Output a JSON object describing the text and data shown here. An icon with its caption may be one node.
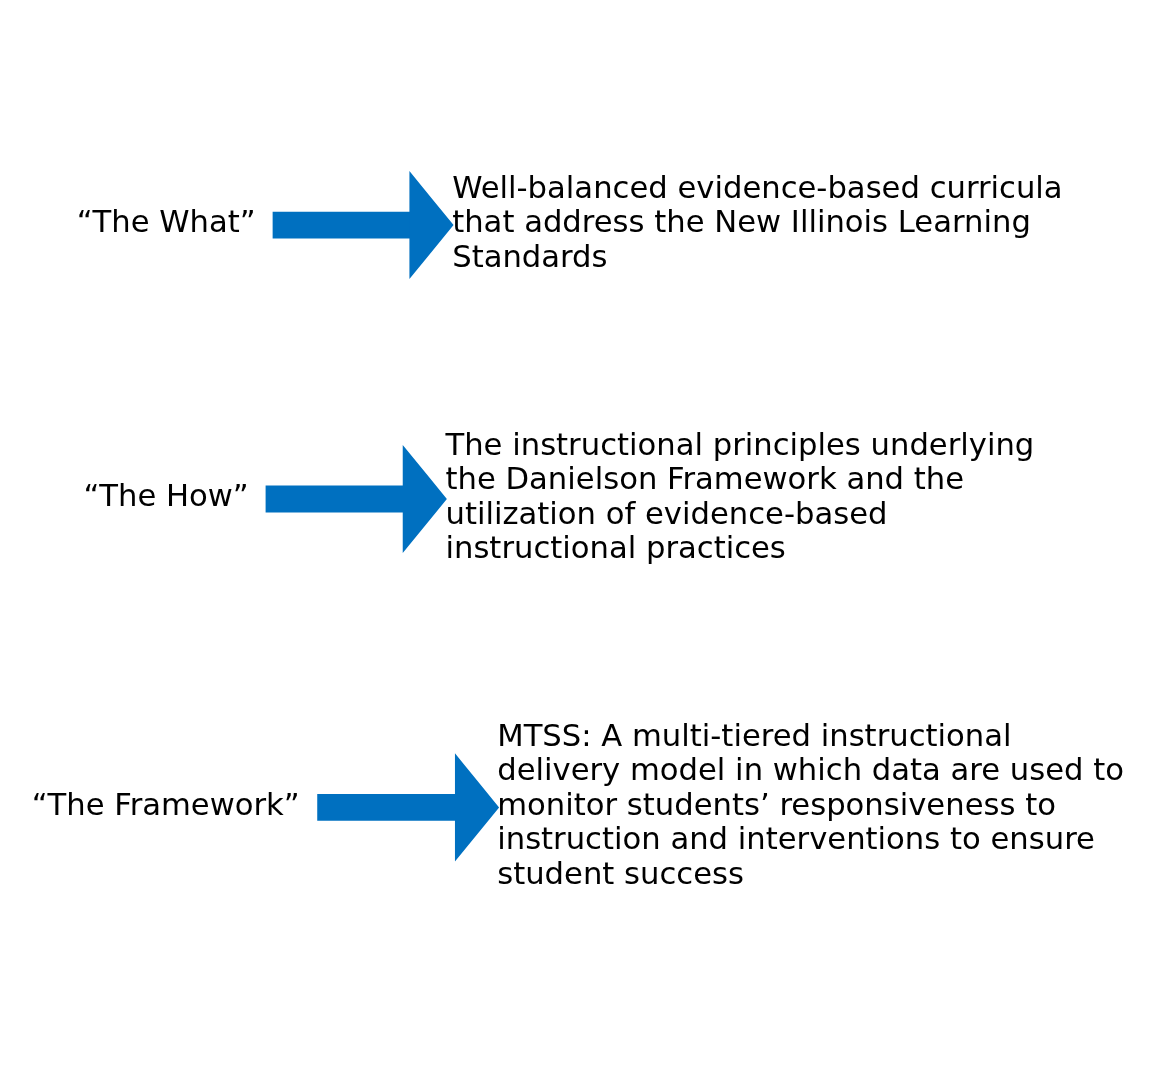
{
  "diagram": {
    "nodes": [
      {
        "text": [
          "“The What”"
        ]
      },
      {
        "text": [
          "Well-balanced evidence-based curricula that address the New Illinois Learning Standards"
        ]
      },
      {
        "text": [
          "“The How”"
        ]
      },
      {
        "text": [
          "The instructional principles underlying the Danielson Framework and the utilization of evidence-based instructional practices"
        ]
      },
      {
        "text": [
          "“The Framework”"
        ]
      },
      {
        "text": [
          "MTSS: A multi-tiered instructional delivery model in which data are used to monitor students’ responsiveness to instruction and interventions to ensure student success"
        ]
      }
    ],
    "edges": [
      {
        "from": 0,
        "to": 1,
        "arrow": "to"
      },
      {
        "from": 2,
        "to": 3,
        "arrow": "to"
      },
      {
        "from": 4,
        "to": 5,
        "arrow": "to"
      }
    ]
  }
}
